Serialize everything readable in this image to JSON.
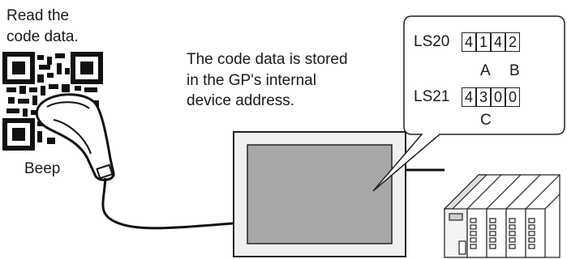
{
  "step": {
    "read_line1": "Read the",
    "read_line2": "code data.",
    "beep": "Beep"
  },
  "description": {
    "line1": "The code data is stored",
    "line2": "in the GP's internal",
    "line3": "device address."
  },
  "callout": {
    "registers": [
      {
        "name": "LS20",
        "digits": [
          "4",
          "1",
          "4",
          "2"
        ]
      },
      {
        "name": "LS21",
        "digits": [
          "4",
          "3",
          "0",
          "0"
        ]
      }
    ],
    "markers": {
      "a": "A",
      "b": "B",
      "c": "C"
    }
  },
  "colors": {
    "screen": "#a8a8a8",
    "screen_frame": "#f0f0f0",
    "outline": "#222222"
  }
}
